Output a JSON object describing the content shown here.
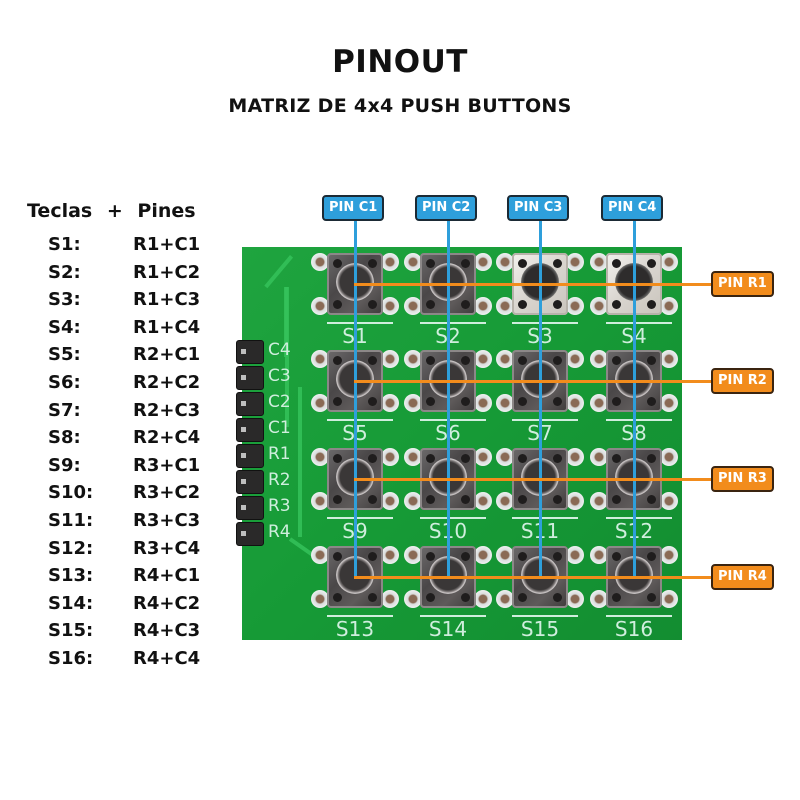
{
  "title": "PINOUT",
  "subtitle": "MATRIZ DE 4x4 PUSH BUTTONS",
  "legend": {
    "header_keys": "Teclas",
    "header_plus": "+",
    "header_pins": "Pines",
    "rows": [
      {
        "key": "S1:",
        "pins": "R1+C1"
      },
      {
        "key": "S2:",
        "pins": "R1+C2"
      },
      {
        "key": "S3:",
        "pins": "R1+C3"
      },
      {
        "key": "S4:",
        "pins": "R1+C4"
      },
      {
        "key": "S5:",
        "pins": "R2+C1"
      },
      {
        "key": "S6:",
        "pins": "R2+C2"
      },
      {
        "key": "S7:",
        "pins": "R2+C3"
      },
      {
        "key": "S8:",
        "pins": "R2+C4"
      },
      {
        "key": "S9:",
        "pins": "R3+C1"
      },
      {
        "key": "S10:",
        "pins": "R3+C2"
      },
      {
        "key": "S11:",
        "pins": "R3+C3"
      },
      {
        "key": "S12:",
        "pins": "R3+C4"
      },
      {
        "key": "S13:",
        "pins": "R4+C1"
      },
      {
        "key": "S14:",
        "pins": "R4+C2"
      },
      {
        "key": "S15:",
        "pins": "R4+C3"
      },
      {
        "key": "S16:",
        "pins": "R4+C4"
      }
    ]
  },
  "column_pins": [
    "PIN C1",
    "PIN C2",
    "PIN C3",
    "PIN C4"
  ],
  "row_pins": [
    "PIN R1",
    "PIN R2",
    "PIN R3",
    "PIN R4"
  ],
  "header_silkscreen": [
    "C4",
    "C3",
    "C2",
    "C1",
    "R1",
    "R2",
    "R3",
    "R4"
  ],
  "buttons": [
    {
      "label": "S1",
      "style": "dark"
    },
    {
      "label": "S2",
      "style": "dark"
    },
    {
      "label": "S3",
      "style": "light"
    },
    {
      "label": "S4",
      "style": "light"
    },
    {
      "label": "S5",
      "style": "dark"
    },
    {
      "label": "S6",
      "style": "dark"
    },
    {
      "label": "S7",
      "style": "dark"
    },
    {
      "label": "S8",
      "style": "dark"
    },
    {
      "label": "S9",
      "style": "dark"
    },
    {
      "label": "S10",
      "style": "dark"
    },
    {
      "label": "S11",
      "style": "dark"
    },
    {
      "label": "S12",
      "style": "dark"
    },
    {
      "label": "S13",
      "style": "dark"
    },
    {
      "label": "S14",
      "style": "dark"
    },
    {
      "label": "S15",
      "style": "dark"
    },
    {
      "label": "S16",
      "style": "dark"
    }
  ],
  "colors": {
    "column_accent": "#2e9fdb",
    "row_accent": "#f28c1c",
    "pcb_green": "#169a36",
    "silkscreen": "#cfeedd"
  }
}
